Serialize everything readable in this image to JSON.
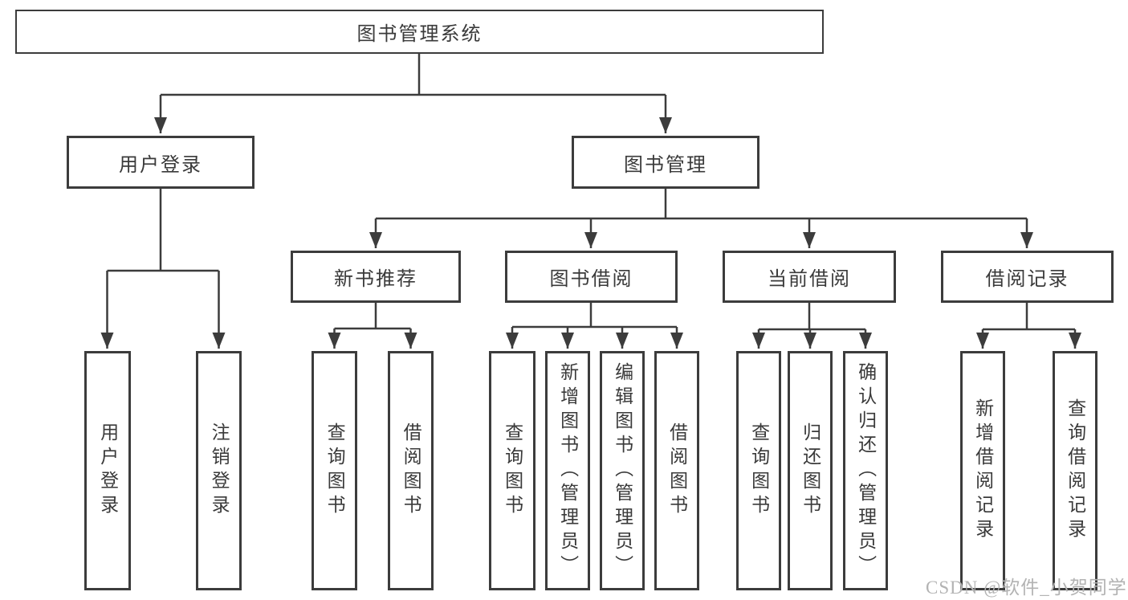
{
  "diagram": {
    "title": "图书管理系统",
    "level2": {
      "user_login": "用户登录",
      "book_management": "图书管理"
    },
    "level3": {
      "new_book_recommendation": "新书推荐",
      "book_borrowing": "图书借阅",
      "current_borrowing": "当前借阅",
      "borrowing_records": "借阅记录"
    },
    "leaves": {
      "user_login": [
        "用户登录",
        "注销登录"
      ],
      "new_book_recommendation": [
        "查询图书",
        "借阅图书"
      ],
      "book_borrowing": [
        "查询图书",
        "新增图书（管理员）",
        "编辑图书（管理员）",
        "借阅图书"
      ],
      "current_borrowing": [
        "查询图书",
        "归还图书",
        "确认归还（管理员）"
      ],
      "borrowing_records": [
        "新增借阅记录",
        "查询借阅记录"
      ]
    }
  },
  "watermark": "CSDN @软件_小贺同学",
  "colors": {
    "line": "#3c3c3c",
    "box_border": "#3c3c3c",
    "text": "#3a3a3a",
    "watermark": "#b3b3b3",
    "background": "#ffffff"
  }
}
